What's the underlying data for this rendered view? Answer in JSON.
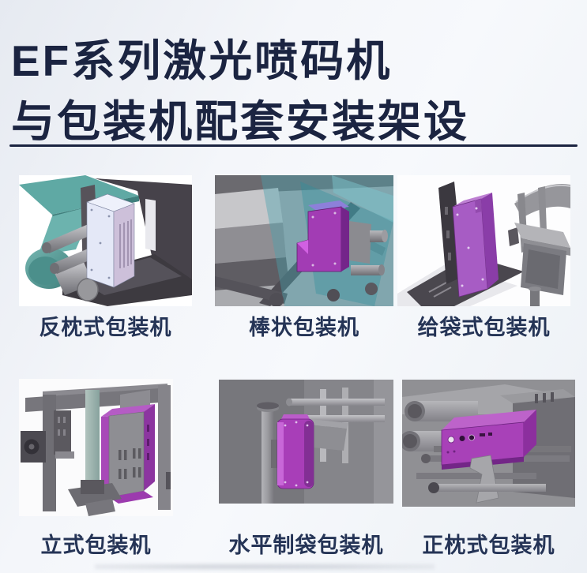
{
  "header": {
    "title_line1": "EF系列激光喷码机",
    "title_line2": "与包装机配套安装架设"
  },
  "machines": [
    {
      "id": "reverse-pillow",
      "label": "反枕式包装机"
    },
    {
      "id": "stick-pack",
      "label": "棒状包装机"
    },
    {
      "id": "bag-feeding",
      "label": "给袋式包装机"
    },
    {
      "id": "vertical",
      "label": "立式包装机"
    },
    {
      "id": "horizontal-bag-making",
      "label": "水平制袋包装机"
    },
    {
      "id": "forward-pillow",
      "label": "正枕式包装机"
    }
  ],
  "colors": {
    "title_navy": "#1b2441",
    "label_navy": "#253456",
    "divider_navy": "#1b2441",
    "device_purple": "#a83eb8",
    "device_lavender": "#e4e8f7",
    "machine_teal": "#58a9b2",
    "machine_gray": "#8d8d91",
    "background_light": "#edf0f6"
  }
}
